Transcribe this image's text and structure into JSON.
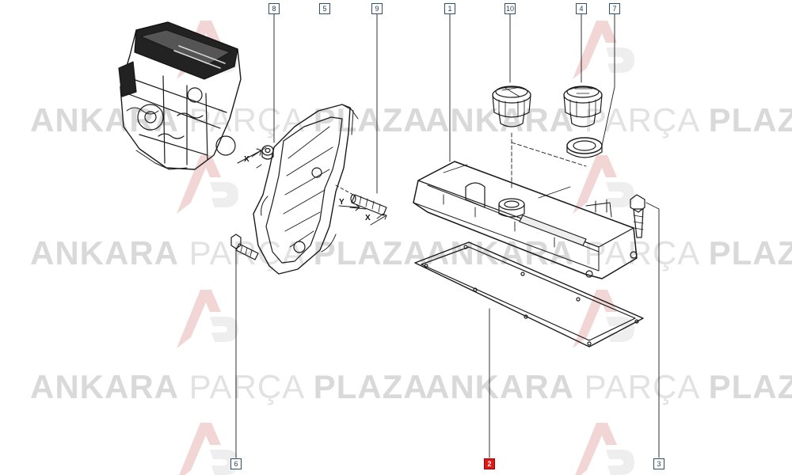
{
  "watermark": {
    "bold_word_1": "ANKARA",
    "light_word": "PARÇA",
    "bold_word_2": "PLAZA"
  },
  "callouts": {
    "c1": "1",
    "c2": "2",
    "c3": "3",
    "c4": "4",
    "c5": "5",
    "c6": "6",
    "c7": "7",
    "c8": "8",
    "c9": "9",
    "c10": "10"
  },
  "highlighted_part": "2",
  "highlight_color": "#e01818",
  "axis_labels": {
    "x1": "X",
    "y1": "Y",
    "x2": "X"
  }
}
